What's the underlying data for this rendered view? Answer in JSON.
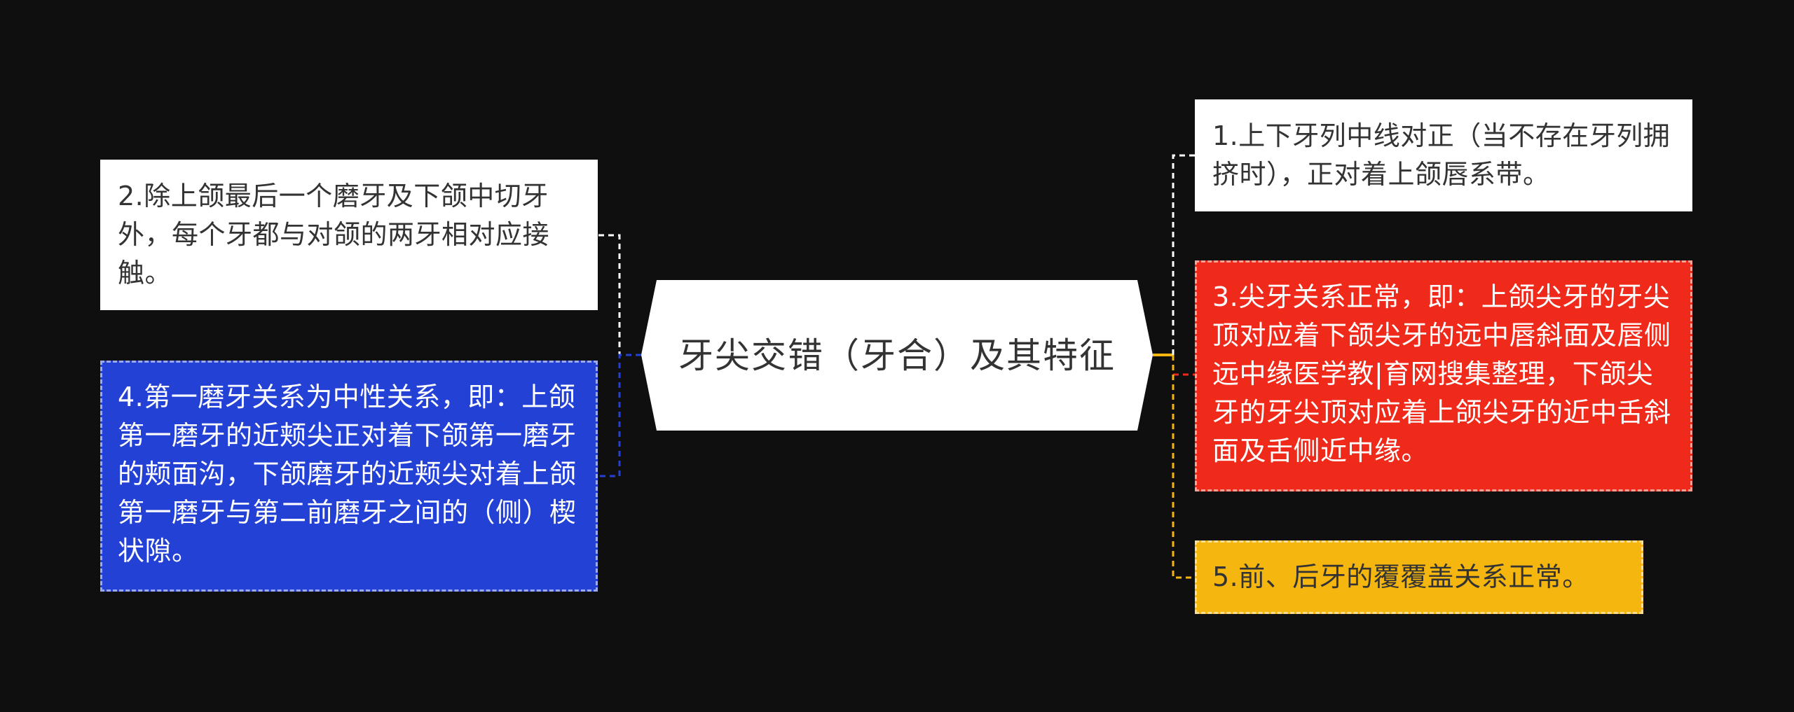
{
  "center": {
    "title": "牙尖交错（牙合）及其特征",
    "fill": "#ffffff",
    "text_color": "#333333"
  },
  "left_nodes": [
    {
      "text": "2.除上颌最后一个磨牙及下颌中切牙外，每个牙都与对颌的两牙相对应接触。",
      "bg": "#ffffff",
      "fg": "#333333",
      "link_color": "#ffffff"
    },
    {
      "text": "4.第一磨牙关系为中性关系，即：上颌第一磨牙的近颊尖正对着下颌第一磨牙的颊面沟，下颌磨牙的近颊尖对着上颌第一磨牙与第二前磨牙之间的（侧）楔状隙。",
      "bg": "#2441d6",
      "fg": "#ffffff",
      "link_color": "#2441d6"
    }
  ],
  "right_nodes": [
    {
      "text": "1.上下牙列中线对正（当不存在牙列拥挤时），正对着上颌唇系带。",
      "bg": "#ffffff",
      "fg": "#333333",
      "link_color": "#ffffff"
    },
    {
      "text": "3.尖牙关系正常，即：上颌尖牙的牙尖顶对应着下颌尖牙的远中唇斜面及唇侧远中缘医学教|育网搜集整理，下颌尖牙的牙尖顶对应着上颌尖牙的近中舌斜面及舌侧近中缘。",
      "bg": "#f02a1a",
      "fg": "#ffffff",
      "link_color": "#f02a1a"
    },
    {
      "text": "5.前、后牙的覆覆盖关系正常。",
      "bg": "#f5b60f",
      "fg": "#333333",
      "link_color": "#f5b60f"
    }
  ],
  "colors": {
    "background": "#0f0f10",
    "right_trunk": "#f5b60f"
  }
}
